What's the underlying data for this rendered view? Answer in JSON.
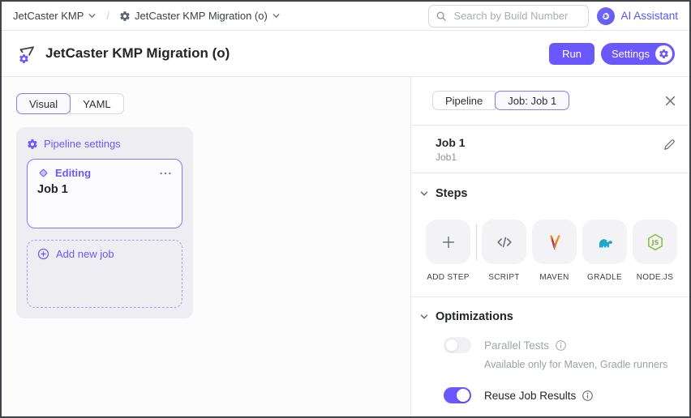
{
  "topbar": {
    "breadcrumb": [
      {
        "label": "JetCaster KMP"
      },
      {
        "label": "JetCaster KMP Migration (o)"
      }
    ],
    "separator": "/",
    "search": {
      "placeholder": "Search by Build Number"
    },
    "ai_assistant_label": "AI Assistant"
  },
  "header": {
    "title": "JetCaster KMP Migration (o)",
    "run_label": "Run",
    "settings_label": "Settings"
  },
  "left_panel": {
    "tabs": [
      {
        "label": "Visual",
        "selected": true
      },
      {
        "label": "YAML",
        "selected": false
      }
    ],
    "pipeline_settings_label": "Pipeline settings",
    "job_card": {
      "status": "Editing",
      "name": "Job 1"
    },
    "add_new_job_label": "Add new job"
  },
  "right_panel": {
    "tabs": [
      {
        "label": "Pipeline",
        "selected": false
      },
      {
        "label": "Job: Job 1",
        "selected": true
      }
    ],
    "job": {
      "title": "Job 1",
      "id": "Job1"
    },
    "steps": {
      "title": "Steps",
      "items": [
        {
          "label": "ADD STEP",
          "icon": "plus-icon"
        },
        {
          "label": "SCRIPT",
          "icon": "script-icon"
        },
        {
          "label": "MAVEN",
          "icon": "maven-icon"
        },
        {
          "label": "GRADLE",
          "icon": "gradle-icon"
        },
        {
          "label": "NODE.JS",
          "icon": "nodejs-icon"
        }
      ]
    },
    "optimizations": {
      "title": "Optimizations",
      "parallel_tests": {
        "label": "Parallel Tests",
        "enabled": false,
        "note": "Available only for Maven, Gradle runners"
      },
      "reuse_job_results": {
        "label": "Reuse Job Results",
        "enabled": true
      }
    }
  },
  "colors": {
    "accent": "#6B57FF",
    "maven_orange": "#F69923",
    "maven_red": "#CD3129",
    "gradle_teal": "#1BA8CB",
    "node_green": "#8CC04B"
  }
}
